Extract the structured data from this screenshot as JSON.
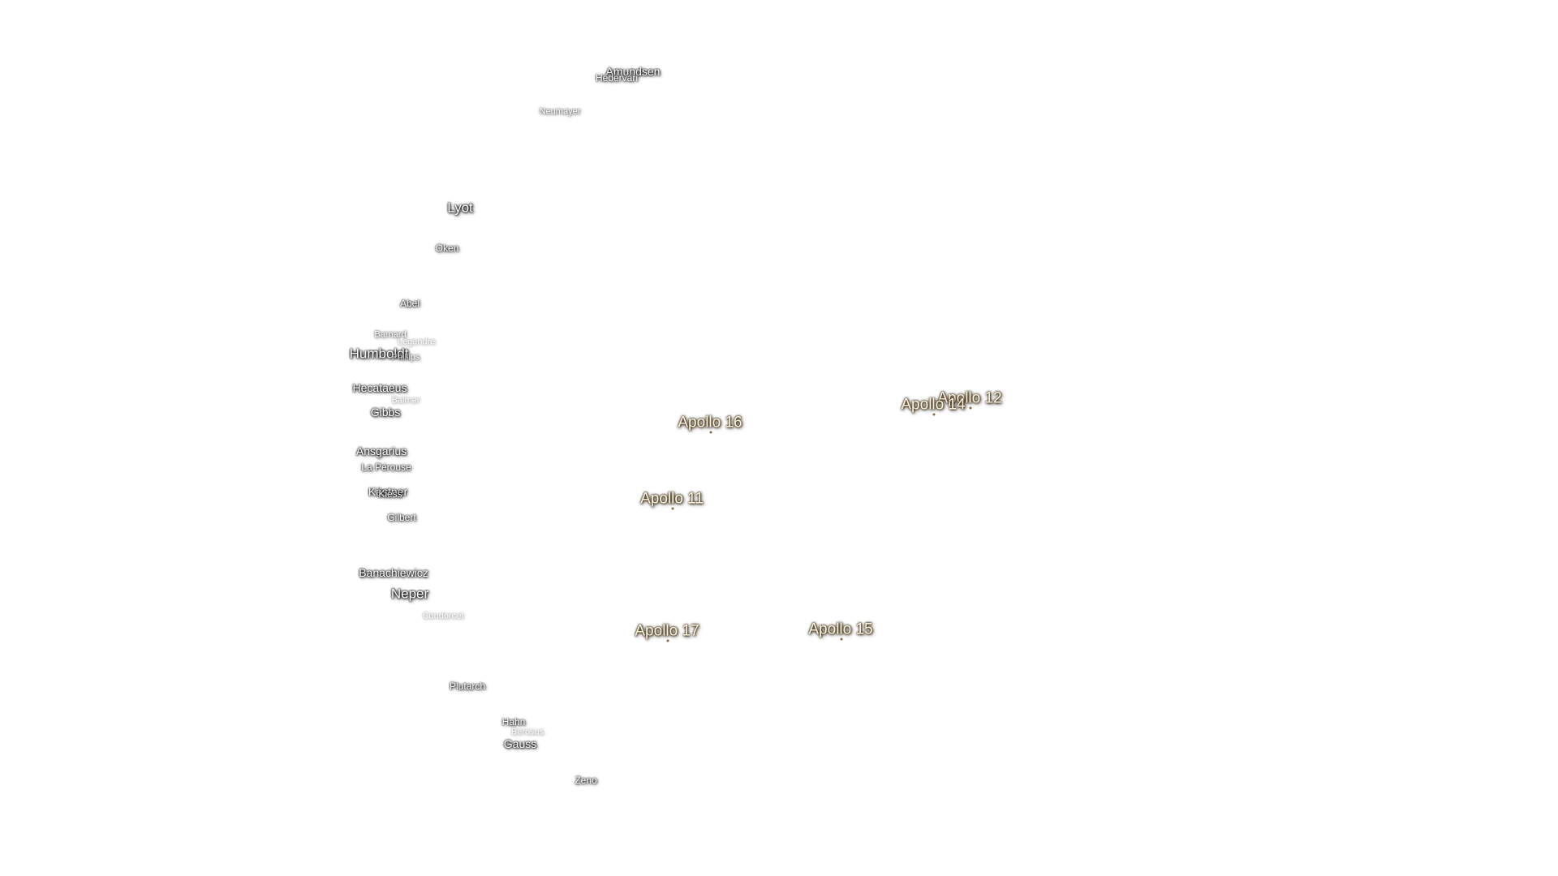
{
  "craters": [
    {
      "name": "Amundsen",
      "weight": 2
    },
    {
      "name": "Hédervári",
      "weight": 3
    },
    {
      "name": "Neumayer",
      "weight": 4
    },
    {
      "name": "Lyot",
      "weight": 1
    },
    {
      "name": "Oken",
      "weight": 3
    },
    {
      "name": "Abel",
      "weight": 3
    },
    {
      "name": "Barnard",
      "weight": 4
    },
    {
      "name": "Legendre",
      "weight": 5
    },
    {
      "name": "Humboldt",
      "weight": 1
    },
    {
      "name": "Phillips",
      "weight": 4
    },
    {
      "name": "Hecataeus",
      "weight": 2
    },
    {
      "name": "Balmer",
      "weight": 5
    },
    {
      "name": "Gibbs",
      "weight": 2
    },
    {
      "name": "Ansgarius",
      "weight": 2
    },
    {
      "name": "La Pérouse",
      "weight": 3
    },
    {
      "name": "Kästner",
      "weight": 2
    },
    {
      "name": "Kiess",
      "weight": 3
    },
    {
      "name": "Gilbert",
      "weight": 3
    },
    {
      "name": "Banachiewicz",
      "weight": 2
    },
    {
      "name": "Neper",
      "weight": 1
    },
    {
      "name": "Condorcet",
      "weight": 5
    },
    {
      "name": "Plutarch",
      "weight": 3
    },
    {
      "name": "Hahn",
      "weight": 3
    },
    {
      "name": "Berosus",
      "weight": 5
    },
    {
      "name": "Gauss",
      "weight": 2
    },
    {
      "name": "Zeno",
      "weight": 3
    }
  ],
  "landing_sites": [
    {
      "name": "Apollo 12"
    },
    {
      "name": "Apollo 14"
    },
    {
      "name": "Apollo 16"
    },
    {
      "name": "Apollo 11"
    },
    {
      "name": "Apollo 17"
    },
    {
      "name": "Apollo 15"
    }
  ]
}
